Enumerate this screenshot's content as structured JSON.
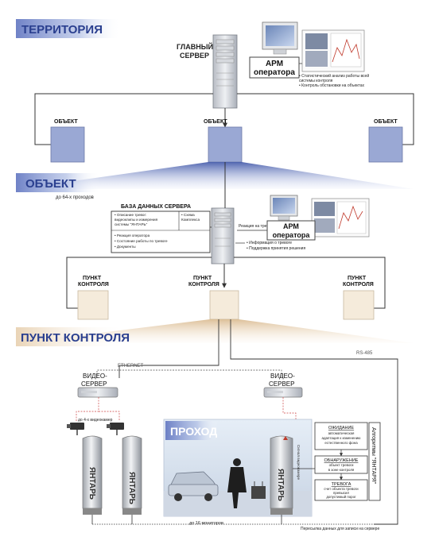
{
  "sections": {
    "territory": "ТЕРРИТОРИЯ",
    "object": "ОБЪЕКТ",
    "checkpoint": "ПУНКТ КОНТРОЛЯ",
    "passage": "ПРОХОД"
  },
  "territory_level": {
    "main_server_line1": "ГЛАВНЫЙ",
    "main_server_line2": "СЕРВЕР",
    "arm_line1": "АРМ",
    "arm_line2": "оператора",
    "notes": [
      "• Статистический анализ работы всей",
      "  системы контроля",
      "• Контроль обстановки на объектах"
    ],
    "object_left": "ОБЪЕКТ",
    "object_center": "ОБЪЕКТ",
    "object_right": "ОБЪЕКТ"
  },
  "object_level": {
    "up_to": "до 64-х проходов",
    "db_title": "БАЗА ДАННЫХ СЕРВЕРА",
    "db_left": [
      "• Описание тревог:",
      "  видеоклипы и измерения",
      "  системы \"ЯНТАРЬ\""
    ],
    "db_right": [
      "• Схема",
      "  Комплекса"
    ],
    "db_bottom": [
      "• Реакция оператора",
      "• Состояние работы по тревоге",
      "• Документы"
    ],
    "alarm_reaction": "Реакция на тревогу",
    "arm_line1": "АРМ",
    "arm_line2": "оператора",
    "info": [
      "• Информация о тревоге",
      "• Поддержка принятия решения"
    ],
    "cp_left": [
      "ПУНКТ",
      "КОНТРОЛЯ"
    ],
    "cp_center": [
      "ПУНКТ",
      "КОНТРОЛЯ"
    ],
    "cp_right": [
      "ПУНКТ",
      "КОНТРОЛЯ"
    ]
  },
  "checkpoint_level": {
    "rs485": "RS-485",
    "ethernet": "ETHERNET",
    "video_server_left": [
      "ВИДЕО-",
      "СЕРВЕР"
    ],
    "video_server_right": [
      "ВИДЕО-",
      "СЕРВЕР"
    ],
    "up_to_cameras": "до 4-х видеокамер",
    "yantar": "ЯНТАРЬ",
    "signal_label": "Сигнал видеокамере",
    "modes_title": "Алгоритмы \"ЯНТАРЯ\"",
    "modes": [
      {
        "title": "ОЖИДАНИЕ",
        "lines": [
          "автоматическая",
          "адаптация к изменению",
          "естественного фона"
        ]
      },
      {
        "title": "ОБНАРУЖЕНИЕ",
        "lines": [
          "объект тревоги",
          "в зоне контроля"
        ]
      },
      {
        "title": "ТРЕВОГА",
        "lines": [
          "счет объекта тревоги",
          "превысил",
          "допустимый порог"
        ]
      }
    ],
    "up_to_monitors": "до 16 мониторов",
    "data_transfer": "Пересылка данных для записи на сервере"
  },
  "colors": {
    "section_text": "#2a3f8f",
    "object_box": "#9aa8d4",
    "checkpoint_box": "#f5ebdb",
    "line": "#333333"
  }
}
